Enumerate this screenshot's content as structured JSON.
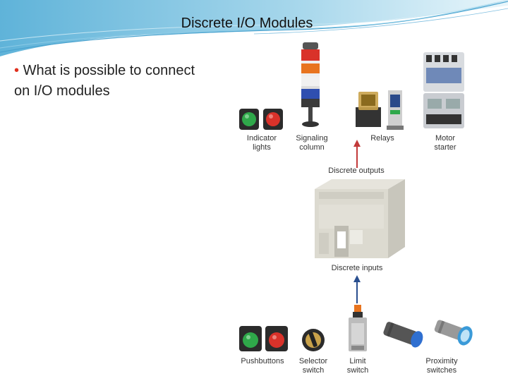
{
  "slide": {
    "title": "Discrete I/O Modules",
    "bullet_marker": "•",
    "bullet_line1": "What is possible to connect",
    "bullet_line2": "on I/O modules"
  },
  "diagram": {
    "outputs": {
      "indicator_lights_l1": "Indicator",
      "indicator_lights_l2": "lights",
      "signaling_column_l1": "Signaling",
      "signaling_column_l2": "column",
      "relays": "Relays",
      "motor_starter_l1": "Motor",
      "motor_starter_l2": "starter"
    },
    "discrete_outputs": "Discrete outputs",
    "discrete_inputs": "Discrete inputs",
    "inputs": {
      "pushbuttons": "Pushbuttons",
      "selector_switch_l1": "Selector",
      "selector_switch_l2": "switch",
      "limit_switch_l1": "Limit",
      "limit_switch_l2": "switch",
      "proximity_switches_l1": "Proximity",
      "proximity_switches_l2": "switches"
    },
    "colors": {
      "arrow": "#2a4f8f",
      "arrow_up": "#c23a3a",
      "green_light": "#2fa84a",
      "red_light": "#d9322a",
      "plc_body": "#dcdad0"
    }
  }
}
